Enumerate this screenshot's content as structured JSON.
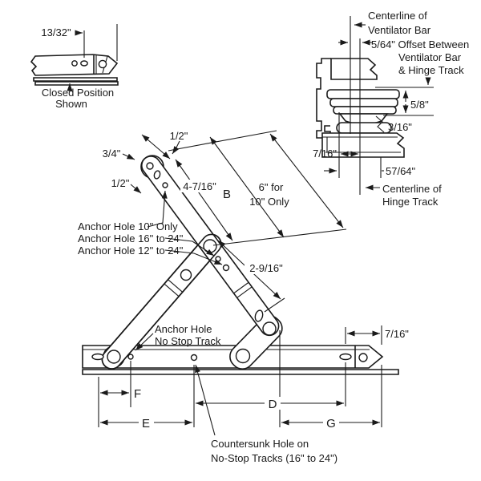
{
  "colors": {
    "ink": "#1a1a1a",
    "background": "#ffffff"
  },
  "closed_view": {
    "dim_13_32": "13/32\"",
    "caption_line1": "Closed Position",
    "caption_line2": "Shown"
  },
  "cross_section": {
    "centerline_ventilator_line1": "Centerline of",
    "centerline_ventilator_line2": "Ventilator Bar",
    "offset_line1": "5/64\" Offset Between",
    "offset_line2": "Ventilator Bar",
    "offset_line3": "& Hinge Track",
    "dim_5_8": "5/8\"",
    "dim_3_16": "3/16\"",
    "dim_7_16": "7/16\"",
    "dim_57_64": "57/64\"",
    "centerline_hinge_line1": "Centerline of",
    "centerline_hinge_line2": "Hinge Track"
  },
  "main_view": {
    "dim_half_top": "1/2\"",
    "dim_three_quarter": "3/4\"",
    "dim_half_left": "1/2\"",
    "dim_4_7_16": "4-7/16\"",
    "dim_B": "B",
    "dim_6_line1": "6\" for",
    "dim_6_line2": "10\" Only",
    "dim_2_9_16": "2-9/16\"",
    "anchor_hole_10": "Anchor Hole 10\" Only",
    "anchor_hole_16_24": "Anchor Hole 16\" to 24\"",
    "anchor_hole_12_24": "Anchor Hole 12\" to 24\"",
    "anchor_no_stop_line1": "Anchor Hole",
    "anchor_no_stop_line2": "No Stop Track",
    "dim_7_16_track": "7/16\"",
    "dim_F": "F",
    "dim_E": "E",
    "dim_D": "D",
    "dim_G": "G",
    "countersunk_line1": "Countersunk Hole on",
    "countersunk_line2": "No-Stop Tracks (16\" to 24\")"
  }
}
